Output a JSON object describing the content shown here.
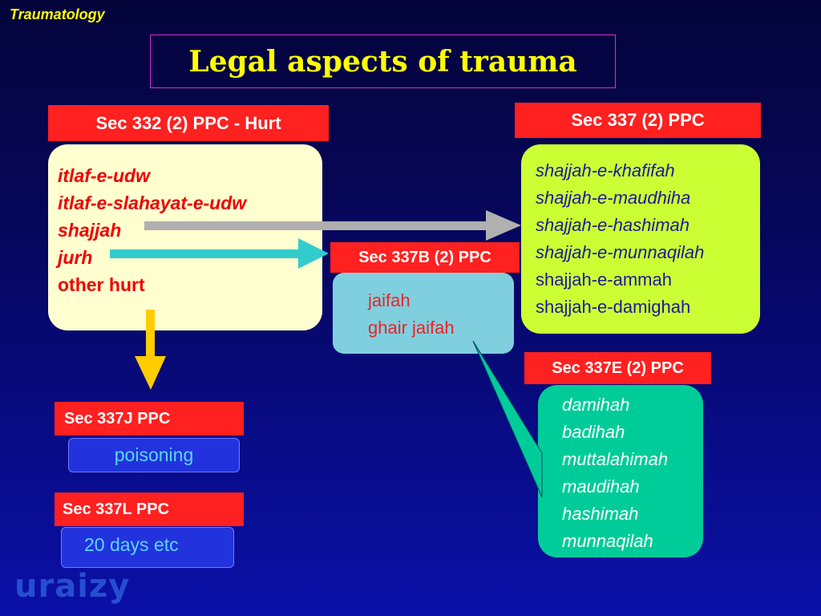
{
  "header": {
    "label": "Traumatology"
  },
  "title": "Legal aspects of trauma",
  "sec332": {
    "label": "Sec 332 (2) PPC - Hurt",
    "items": [
      "itlaf-e-udw",
      "itlaf-e-slahayat-e-udw",
      "shajjah",
      "jurh"
    ],
    "last_item": "other hurt"
  },
  "sec337": {
    "label": "Sec 337 (2) PPC",
    "items_italic": [
      "shajjah-e-khafifah",
      "shajjah-e-maudhiha",
      "shajjah-e-hashimah",
      "shajjah-e-munnaqilah"
    ],
    "items_plain": [
      "shajjah-e-ammah",
      "shajjah-e-damighah"
    ]
  },
  "sec337b": {
    "label": "Sec 337B (2) PPC",
    "items": [
      "jaifah",
      "ghair jaifah"
    ]
  },
  "sec337e": {
    "label": "Sec 337E (2) PPC",
    "items": [
      "damihah",
      "badihah",
      "muttalahimah",
      "maudihah",
      "hashimah",
      "munnaqilah"
    ]
  },
  "sec337j": {
    "label": "Sec 337J PPC",
    "value": "poisoning"
  },
  "sec337l": {
    "label": "Sec 337L PPC",
    "value": "20 days etc"
  },
  "watermark": "uraizy",
  "colors": {
    "label_red": "#ff2020",
    "title_yellow": "#ffff00",
    "arrow_gray": "#b0b0b0",
    "arrow_cyan": "#33cccc",
    "arrow_yellow": "#ffcc00",
    "callout_green": "#00cc99"
  },
  "icons": {
    "gray_arrow": "right-arrow-icon",
    "cyan_arrow": "right-arrow-icon",
    "yellow_arrow": "down-arrow-icon"
  }
}
